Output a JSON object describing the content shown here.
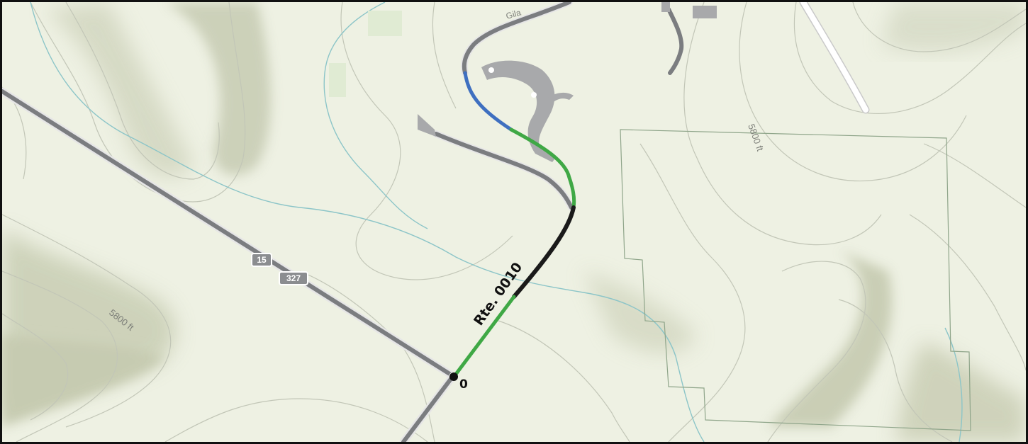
{
  "map": {
    "route_label": "Rte. 0010",
    "milepost_label": "0",
    "contour_labels": [
      "5800 ft",
      "5800 ft"
    ],
    "road_name_fragment": "Gila",
    "shields": [
      "15",
      "327"
    ],
    "colors": {
      "background": "#eef1e3",
      "hillshade": "#c9ceb6",
      "contour": "#c2c6b7",
      "stream": "#8cc5c8",
      "road_gray": "#7b7d80",
      "road_casing": "#e6e6e6",
      "road_white": "#ffffff",
      "route_green": "#3fa845",
      "route_blue": "#3e6fc0",
      "route_black": "#1a1a1a",
      "parcel_outline": "#8fa58a",
      "building": "#a8a9ab"
    },
    "legend": []
  }
}
